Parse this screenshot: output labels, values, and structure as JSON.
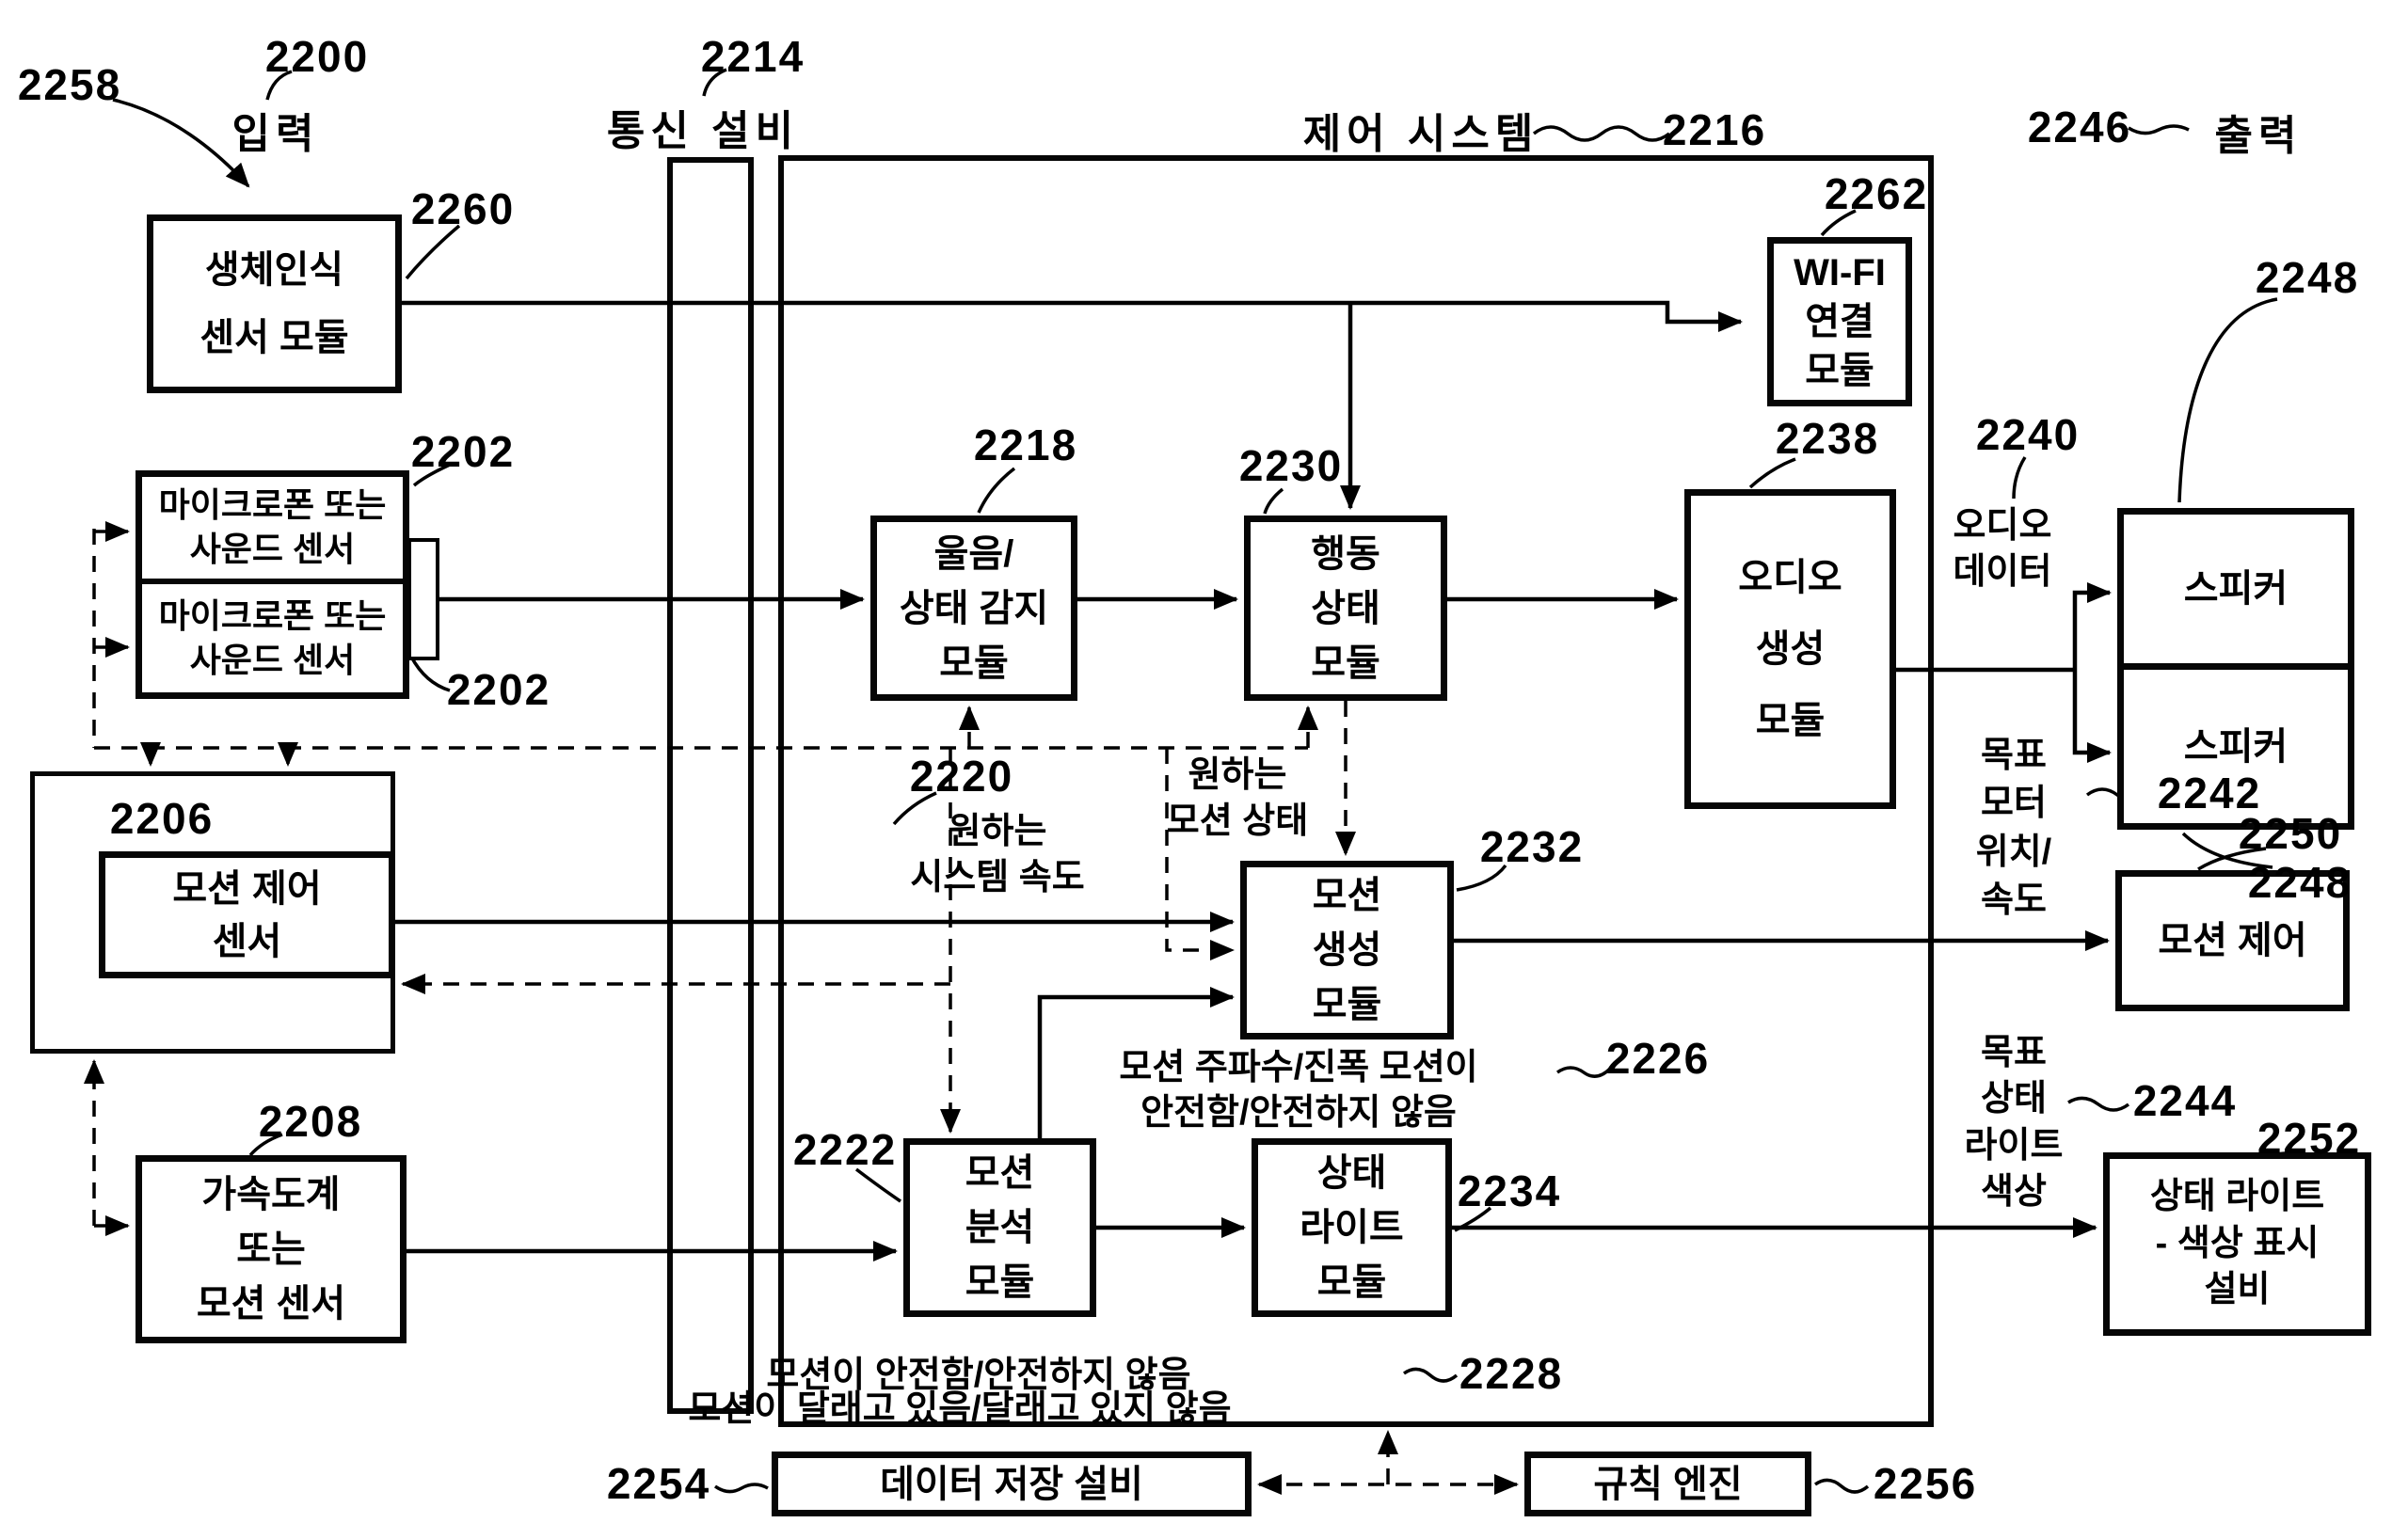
{
  "figure": {
    "kind": "patent block diagram",
    "language": "ko"
  },
  "section_labels": {
    "input": "입력",
    "communication": "통신 설비",
    "control_system": "제어 시스템",
    "output": "출력"
  },
  "boxes": {
    "biometric": "생체인식\n센서 모듈",
    "mic1": "마이크로폰 또는\n사운드 센서",
    "mic2": "마이크로폰 또는\n사운드 센서",
    "motion_control_sensor": "모션 제어\n센서",
    "accelerometer": "가속도계\n또는\n모션 센서",
    "cry_state_detect": "울음/\n상태 감지\n모듈",
    "behavior_state": "행동\n상태\n모듈",
    "motion_generation": "모션\n생성\n모듈",
    "motion_analysis": "모션\n분석\n모듈",
    "status_light_module": "상태\n라이트\n모듈",
    "audio_generation": "오디오\n생성\n모듈",
    "wifi": "WI-FI\n연결\n모듈",
    "speaker1": "스피커",
    "speaker2": "스피커",
    "motion_control": "모션 제어",
    "status_light_device": "상태 라이트\n- 색상 표시\n설비",
    "data_storage": "데이터 저장 설비",
    "rule_engine": "규칙 엔진"
  },
  "annotations": {
    "desired_system_speed": "원하는\n시스템 속도",
    "desired_motion_state": "원하는\n모션 상태",
    "audio_data": "오디오\n데이터",
    "target_motor": "목표\n모터\n위치/\n속도",
    "target_light": "목표\n상태\n라이트\n색상",
    "motion_freq_amp": "모션 주파수/진폭 모션이\n안전함/안전하지 않음",
    "motion_safe": "모션이 안전함/안전하지 않음",
    "motion_soothe": "모션이 달래고 있음/달래고 있지 않음"
  },
  "refs": {
    "r2200": "2200",
    "r2202a": "2202",
    "r2202b": "2202",
    "r2206": "2206",
    "r2208": "2208",
    "r2214": "2214",
    "r2216": "2216",
    "r2218": "2218",
    "r2220": "2220",
    "r2222": "2222",
    "r2226": "2226",
    "r2228": "2228",
    "r2230": "2230",
    "r2232": "2232",
    "r2234": "2234",
    "r2238": "2238",
    "r2240": "2240",
    "r2242": "2242",
    "r2244": "2244",
    "r2246": "2246",
    "r2248a": "2248",
    "r2248b": "2248",
    "r2250": "2250",
    "r2252": "2252",
    "r2254": "2254",
    "r2256": "2256",
    "r2258": "2258",
    "r2260": "2260",
    "r2262": "2262"
  },
  "colors": {
    "ink": "#000000",
    "background": "#ffffff"
  }
}
